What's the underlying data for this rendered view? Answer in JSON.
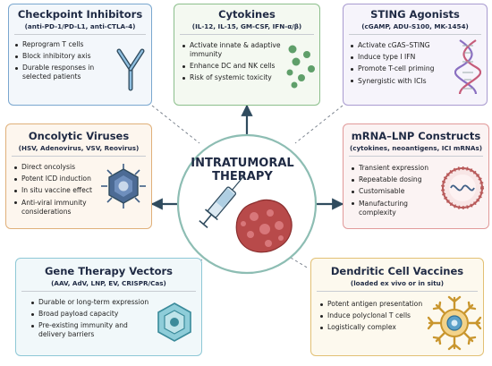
{
  "center": {
    "title_line1": "INTRATUMORAL",
    "title_line2": "THERAPY"
  },
  "colors": {
    "blue": "#7aa7cf",
    "blue_bg": "#f3f7fb",
    "green": "#8cbf8c",
    "green_bg": "#f4f9f1",
    "purple": "#a99bd0",
    "purple_bg": "#f6f4fb",
    "orange": "#e0b07a",
    "orange_bg": "#fdf6ee",
    "red": "#e19a9a",
    "red_bg": "#fbf3f3",
    "teal": "#6fa8a0"
  },
  "cards": {
    "checkpoint": {
      "title": "Checkpoint Inhibitors",
      "subtitle": "(anti-PD-1/PD-L1, anti-CTLA-4)",
      "items": [
        "Reprogram T cells",
        "Block inhibitory axis",
        "Durable responses in selected patients"
      ],
      "icon": "antibody-icon"
    },
    "cytokines": {
      "title": "Cytokines",
      "subtitle": "(IL-12, IL-15, GM-CSF, IFN-α/β)",
      "items": [
        "Activate innate & adaptive immunity",
        "Enhance DC and NK cells",
        "Risk of systemic toxicity"
      ],
      "icon": "cytokine-dots-icon"
    },
    "sting": {
      "title": "STING Agonists",
      "subtitle": "(cGAMP, ADU-S100, MK-1454)",
      "items": [
        "Activate cGAS–STING",
        "Induce type I IFN",
        "Promote T-cell priming",
        "Synergistic with ICIs"
      ],
      "icon": "dna-helix-icon"
    },
    "oncolytic": {
      "title": "Oncolytic Viruses",
      "subtitle": "(HSV, Adenovirus, VSV, Reovirus)",
      "items": [
        "Direct oncolysis",
        "Potent ICD induction",
        "In situ vaccine effect",
        "Anti-viral immunity considerations"
      ],
      "icon": "virus-icon"
    },
    "mrna": {
      "title": "mRNA–LNP Constructs",
      "subtitle": "(cytokines, neoantigens, ICI mRNAs)",
      "items": [
        "Transient expression",
        "Repeatable dosing",
        "Customisable",
        "Manufacturing complexity"
      ],
      "icon": "lipid-nanoparticle-icon"
    },
    "gene": {
      "title": "Gene Therapy Vectors",
      "subtitle": "(AAV, AdV, LNP, EV, CRISPR/Cas)",
      "items": [
        "Durable or long-term expression",
        "Broad payload capacity",
        "Pre-existing immunity and delivery barriers"
      ],
      "icon": "vector-capsid-icon"
    },
    "dendritic": {
      "title": "Dendritic Cell Vaccines",
      "subtitle": "(loaded ex vivo or in situ)",
      "items": [
        "Potent antigen presentation",
        "Induce polyclonal T cells",
        "Logistically complex"
      ],
      "icon": "dendritic-cell-icon"
    }
  }
}
